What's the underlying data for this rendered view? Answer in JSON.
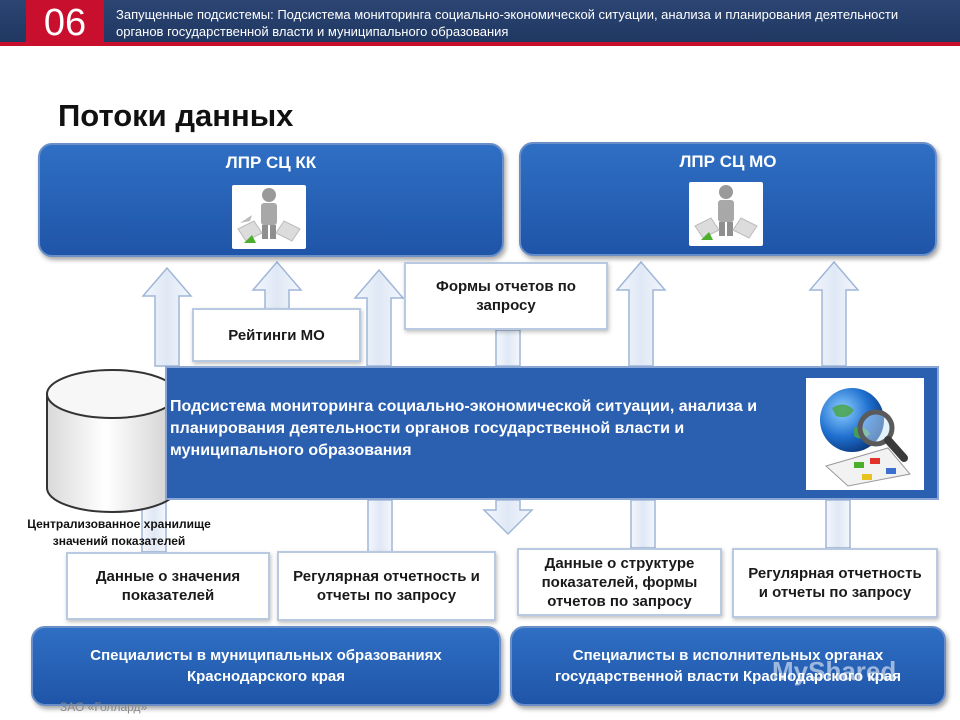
{
  "header": {
    "slide_number": "06",
    "subtitle": "Запущенные подсистемы: Подсистема мониторинга социально-экономической ситуации, анализа и планирования деятельности органов государственной власти и муниципального образования"
  },
  "page_title": "Потоки данных",
  "top_boxes": [
    {
      "label": "ЛПР СЦ КК",
      "icon": "person-decision-icon"
    },
    {
      "label": "ЛПР СЦ МО",
      "icon": "person-decision-icon"
    }
  ],
  "flow_labels": {
    "ratings": "Рейтинги МО",
    "report_forms": "Формы отчетов по запросу"
  },
  "central_system": {
    "title": "Подсистема мониторинга социально-экономической ситуации, анализа и планирования деятельности органов государственной власти и муниципального образования",
    "icon": "globe-magnifier-icon"
  },
  "storage": {
    "label": "Централизованное хранилище значений показателей",
    "icon": "database-cylinder-icon"
  },
  "input_boxes": [
    "Данные о значения показателей",
    "Регулярная отчетность и отчеты по запросу",
    "Данные о структуре показателей, формы отчетов по запросу",
    "Регулярная отчетность и отчеты по запросу"
  ],
  "bottom_boxes": [
    "Специалисты в муниципальных образованиях Краснодарского края",
    "Специалисты в исполнительных органах государственной власти Краснодарского края"
  ],
  "footer": "ЗАО «Голлард»",
  "watermark": "MyShared",
  "colors": {
    "header_blue": "#1e3660",
    "accent_red": "#c8102e",
    "box_blue": "#2b5fb0",
    "arrow_fill": "#e6edf7",
    "arrow_stroke": "#9fb6d8"
  }
}
